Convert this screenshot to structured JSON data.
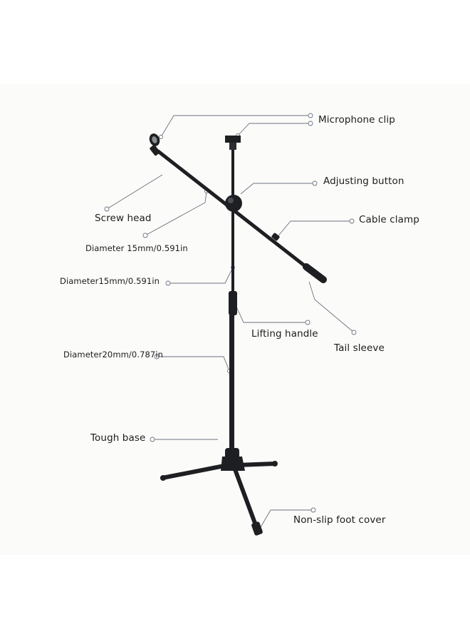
{
  "colors": {
    "background": "#ffffff",
    "panel": "#fbfbf9",
    "stand": "#1e1f22",
    "stand_highlight": "#4a4d52",
    "leader_line": "#6b7280",
    "text": "#1c1c1c"
  },
  "callouts": {
    "microphone_clip": "Microphone clip",
    "adjusting_button": "Adjusting button",
    "screw_head": "Screw head",
    "cable_clamp": "Cable clamp",
    "boom_diameter": "Diameter  15mm/0.591in",
    "upper_pole_diameter": "Diameter15mm/0.591in",
    "lifting_handle": "Lifting handle",
    "tail_sleeve": "Tail sleeve",
    "lower_pole_diameter": "Diameter20mm/0.787in",
    "tough_base": "Tough base",
    "non_slip_foot_cover": "Non-slip foot cover"
  }
}
